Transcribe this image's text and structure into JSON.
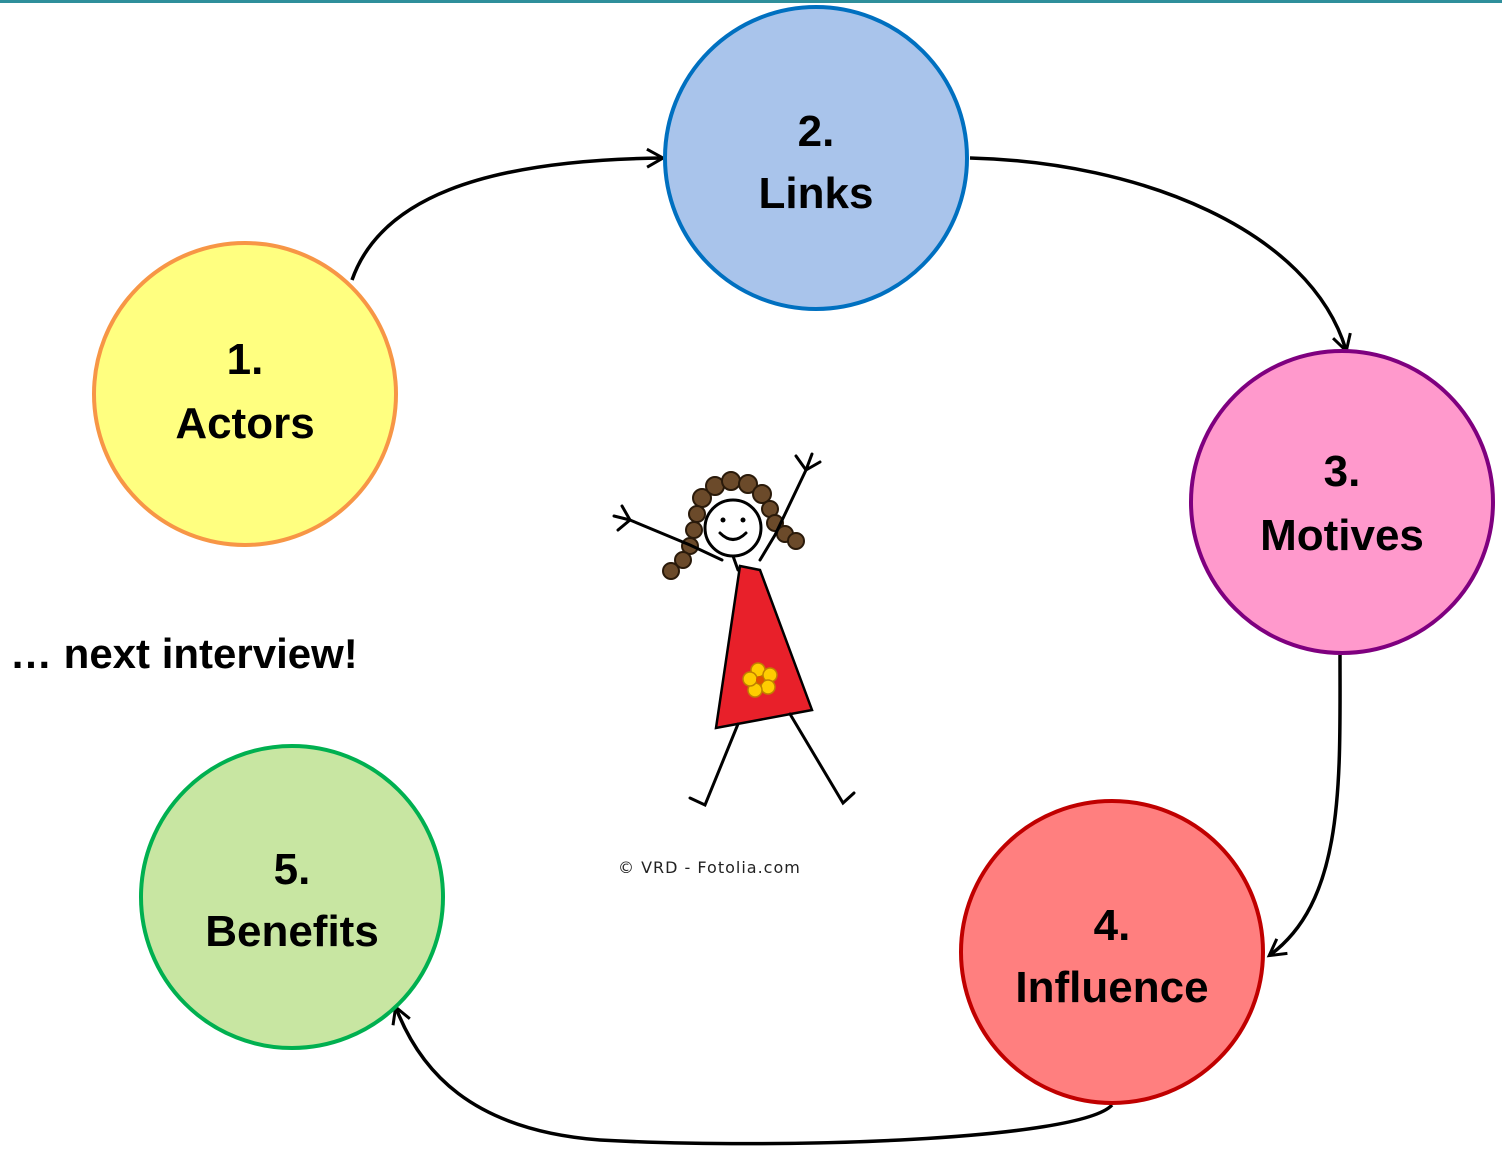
{
  "nodes": [
    {
      "id": "actors",
      "number": "1.",
      "label": "Actors",
      "fill": "#ffff80",
      "stroke": "#f79646"
    },
    {
      "id": "links",
      "number": "2.",
      "label": "Links",
      "fill": "#a9c4eb",
      "stroke": "#0070c0"
    },
    {
      "id": "motives",
      "number": "3.",
      "label": "Motives",
      "fill": "#ff99cc",
      "stroke": "#7f007f"
    },
    {
      "id": "influence",
      "number": "4.",
      "label": "Influence",
      "fill": "#ff7f7f",
      "stroke": "#c00000"
    },
    {
      "id": "benefits",
      "number": "5.",
      "label": "Benefits",
      "fill": "#c8e6a2",
      "stroke": "#00b050"
    }
  ],
  "caption": "… next interview!",
  "illustration": {
    "icon": "stick-figure-girl-icon",
    "credit": "© VRD - Fotolia.com",
    "dress_color": "#e8202a",
    "flower_color": "#ffcc00"
  }
}
